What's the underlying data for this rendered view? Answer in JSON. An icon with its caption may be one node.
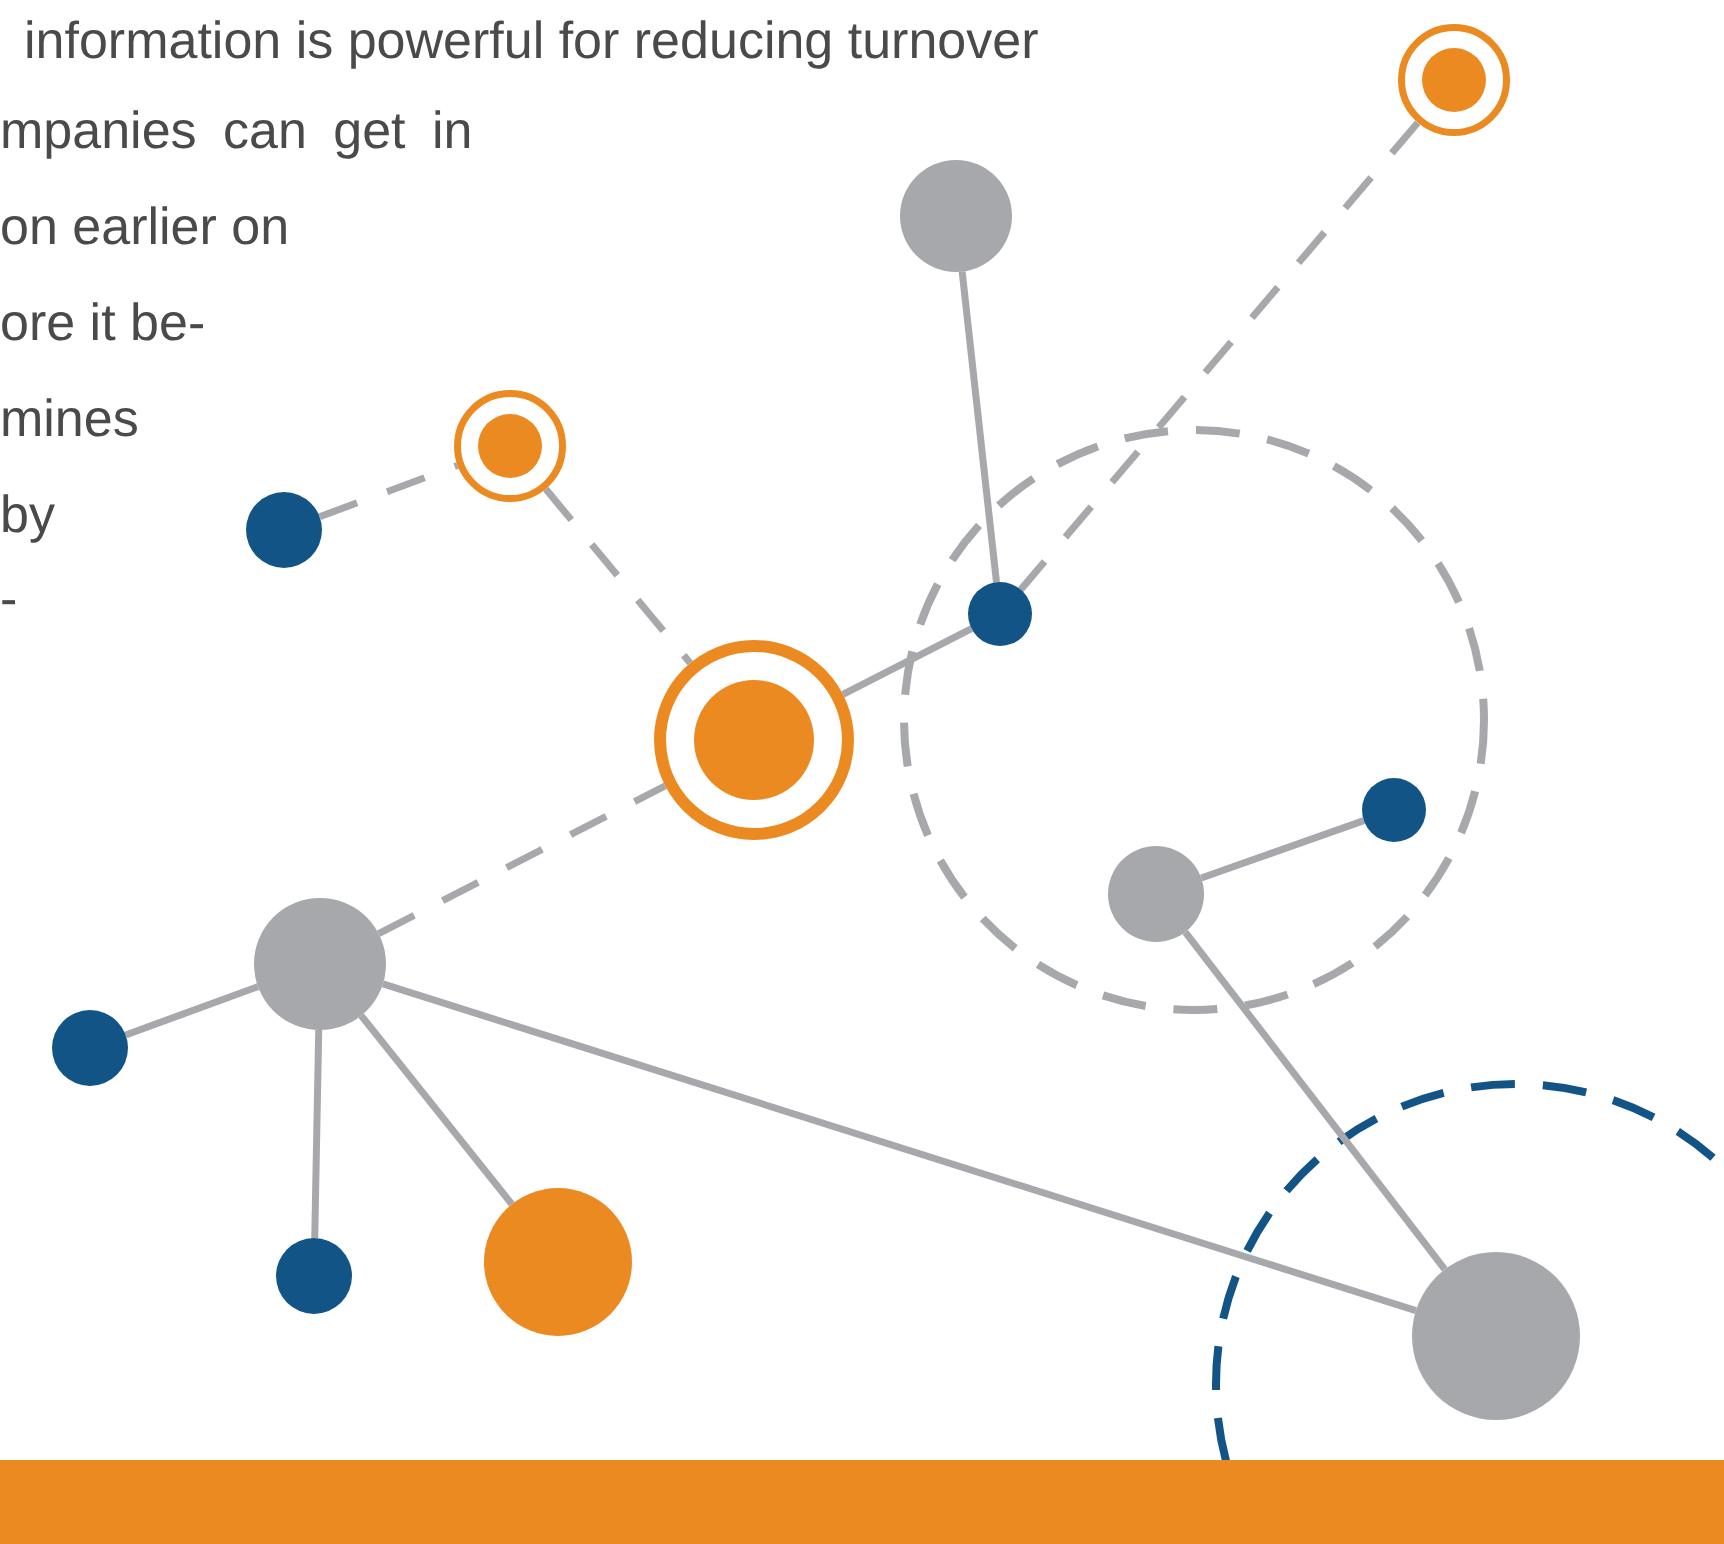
{
  "diagram": {
    "nodes": [
      {
        "text": [],
        "shape": "circle"
      },
      {
        "text": [],
        "shape": "circle"
      },
      {
        "text": [],
        "shape": "circle"
      },
      {
        "text": [],
        "shape": "circle"
      },
      {
        "text": [],
        "shape": "circle"
      },
      {
        "text": [],
        "shape": "circle"
      },
      {
        "text": [],
        "shape": "circle"
      },
      {
        "text": [],
        "shape": "circle"
      },
      {
        "text": [],
        "shape": "circle"
      },
      {
        "text": [],
        "shape": "circle"
      },
      {
        "text": [],
        "shape": "circle"
      },
      {
        "text": [],
        "shape": "circle"
      },
      {
        "text": [],
        "shape": "circle"
      }
    ],
    "edges": [
      {
        "from": 0,
        "to": 4,
        "arrow": "none",
        "style": "dashed"
      },
      {
        "from": 1,
        "to": 4,
        "arrow": "none"
      },
      {
        "from": 3,
        "to": 2,
        "arrow": "none",
        "style": "dashed"
      },
      {
        "from": 2,
        "to": 5,
        "arrow": "none",
        "style": "dashed"
      },
      {
        "from": 5,
        "to": 4,
        "arrow": "none"
      },
      {
        "from": 8,
        "to": 5,
        "arrow": "none",
        "style": "dashed"
      },
      {
        "from": 7,
        "to": 6,
        "arrow": "none"
      },
      {
        "from": 7,
        "to": 12,
        "arrow": "none"
      },
      {
        "from": 8,
        "to": 12,
        "arrow": "none"
      },
      {
        "from": 8,
        "to": 9,
        "arrow": "none"
      },
      {
        "from": 8,
        "to": 10,
        "arrow": "none"
      },
      {
        "from": 8,
        "to": 11,
        "arrow": "none"
      }
    ],
    "labels": [
      "information is powerful for reducing turnover",
      "mpanies can get in",
      "on earlier on",
      "ore it be-",
      "mines",
      "by",
      "-"
    ]
  }
}
